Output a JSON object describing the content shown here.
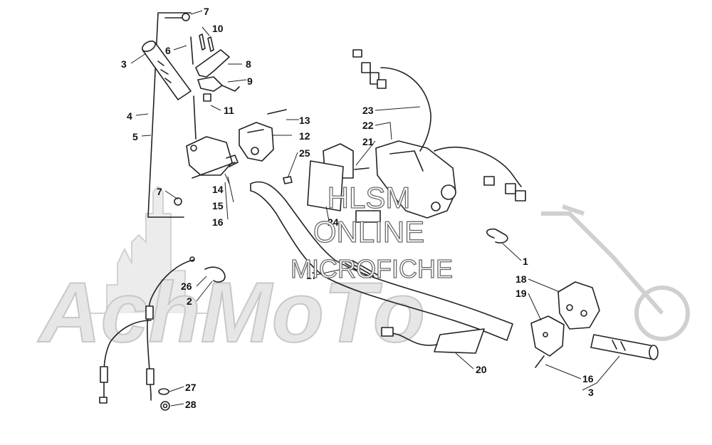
{
  "watermark": {
    "line1": "HLSM",
    "line2": "ONLINE",
    "line3": "MICROFICHE",
    "logo_text": "AchMoTo"
  },
  "callouts": {
    "c3a": "3",
    "c4": "4",
    "c5": "5",
    "c6": "6",
    "c7a": "7",
    "c7b": "7",
    "c8": "8",
    "c9": "9",
    "c10": "10",
    "c11": "11",
    "c12": "12",
    "c13": "13",
    "c14": "14",
    "c15": "15",
    "c16a": "16",
    "c16b": "16",
    "c17": "17",
    "c18": "18",
    "c19": "19",
    "c20": "20",
    "c21": "21",
    "c22": "22",
    "c23": "23",
    "c24": "24",
    "c25": "25",
    "c26": "26",
    "c2": "2",
    "c1": "1",
    "c27": "27",
    "c28": "28",
    "c3b": "3"
  },
  "colors": {
    "line": "#222222",
    "watermark_outline": "#6a6a6a",
    "logo_fill": "#e6e6e6"
  }
}
